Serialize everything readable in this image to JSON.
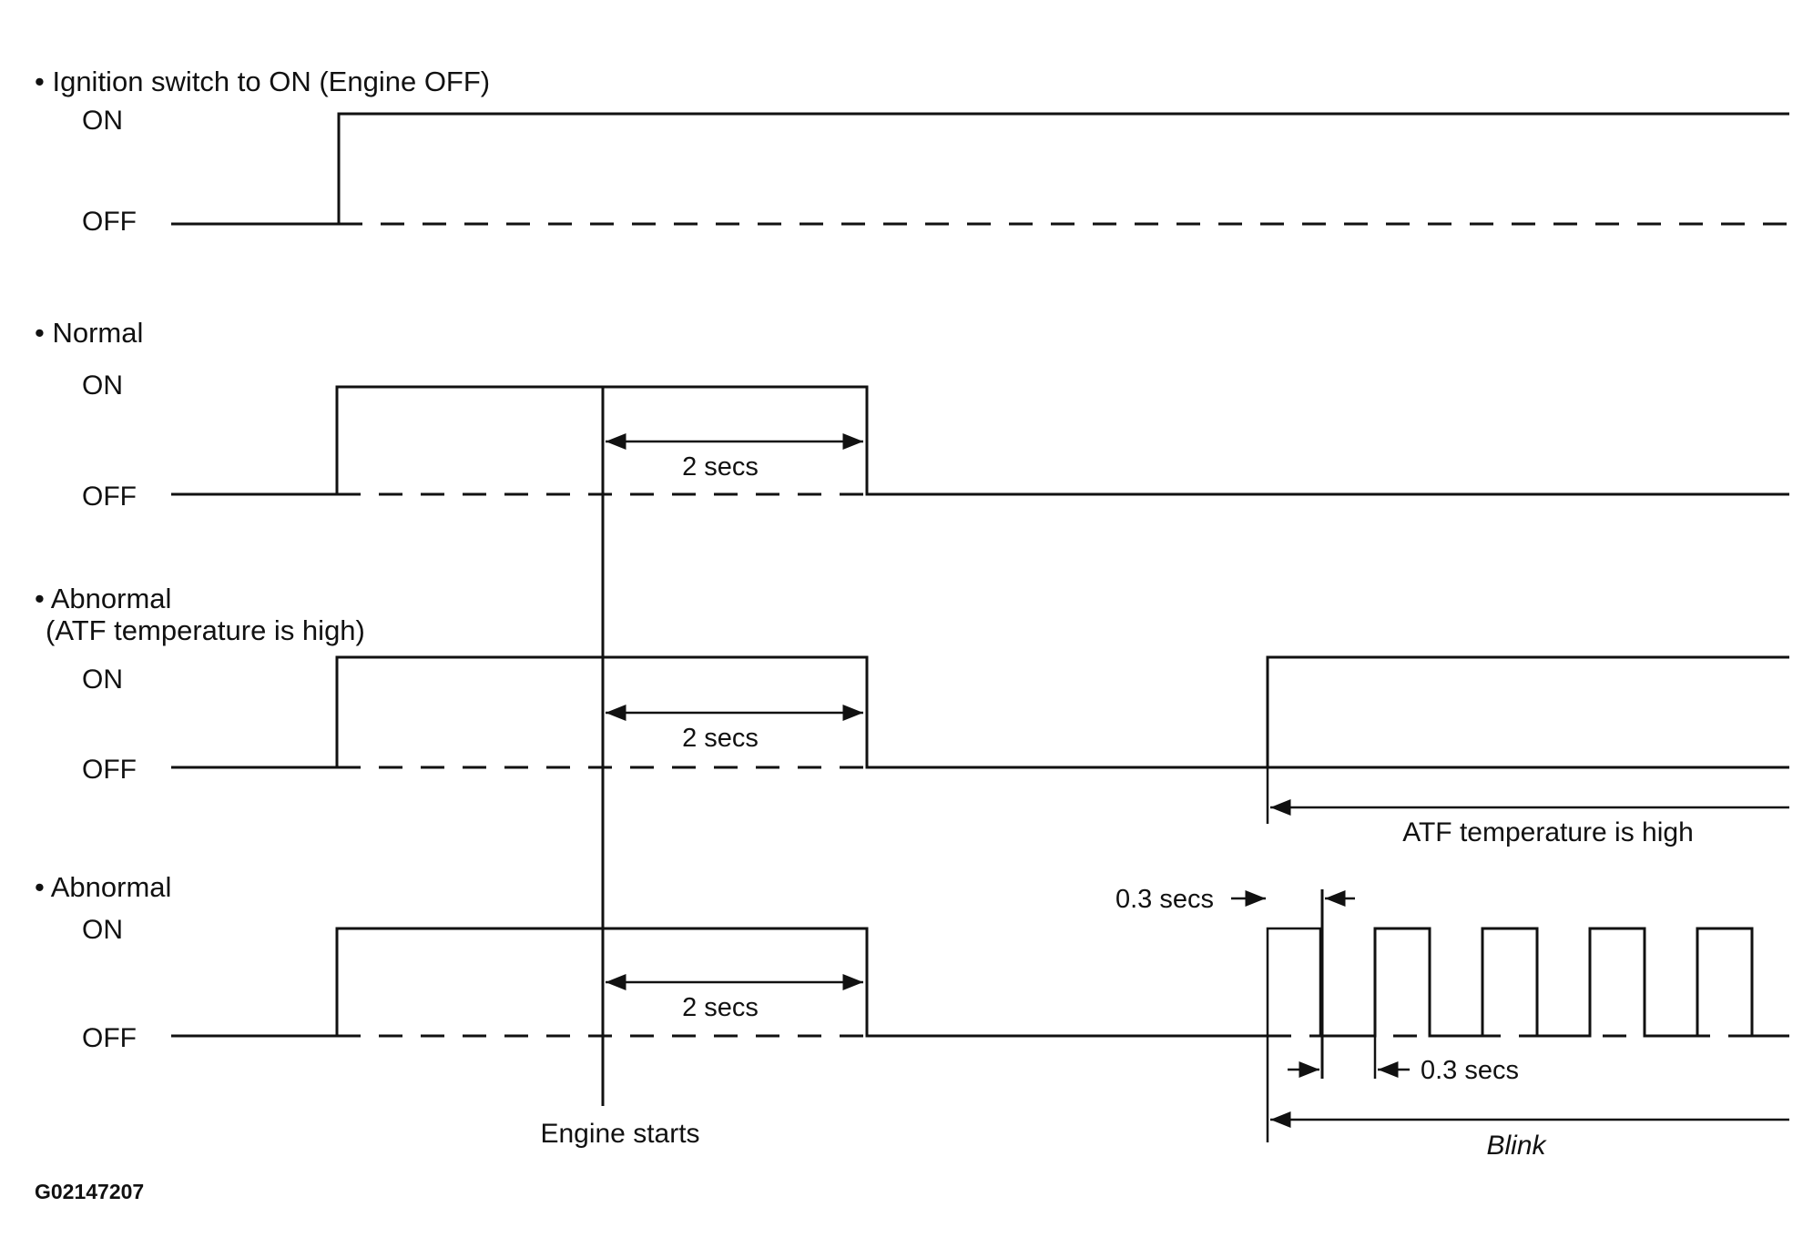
{
  "sections": {
    "ignition": {
      "title": "• Ignition switch to ON (Engine OFF)",
      "on": "ON",
      "off": "OFF"
    },
    "normal": {
      "title": "• Normal",
      "on": "ON",
      "off": "OFF",
      "duration": "2 secs"
    },
    "abnormal_atf": {
      "title": "• Abnormal",
      "subtitle": "(ATF temperature is high)",
      "on": "ON",
      "off": "OFF",
      "duration": "2 secs",
      "range_label": "ATF temperature is high"
    },
    "abnormal_blink": {
      "title": "• Abnormal",
      "on": "ON",
      "off": "OFF",
      "duration": "2 secs",
      "on_time": "0.3 secs",
      "off_time": "0.3 secs",
      "range_label": "Blink"
    }
  },
  "engine_starts": "Engine starts",
  "figure_id": "G02147207"
}
